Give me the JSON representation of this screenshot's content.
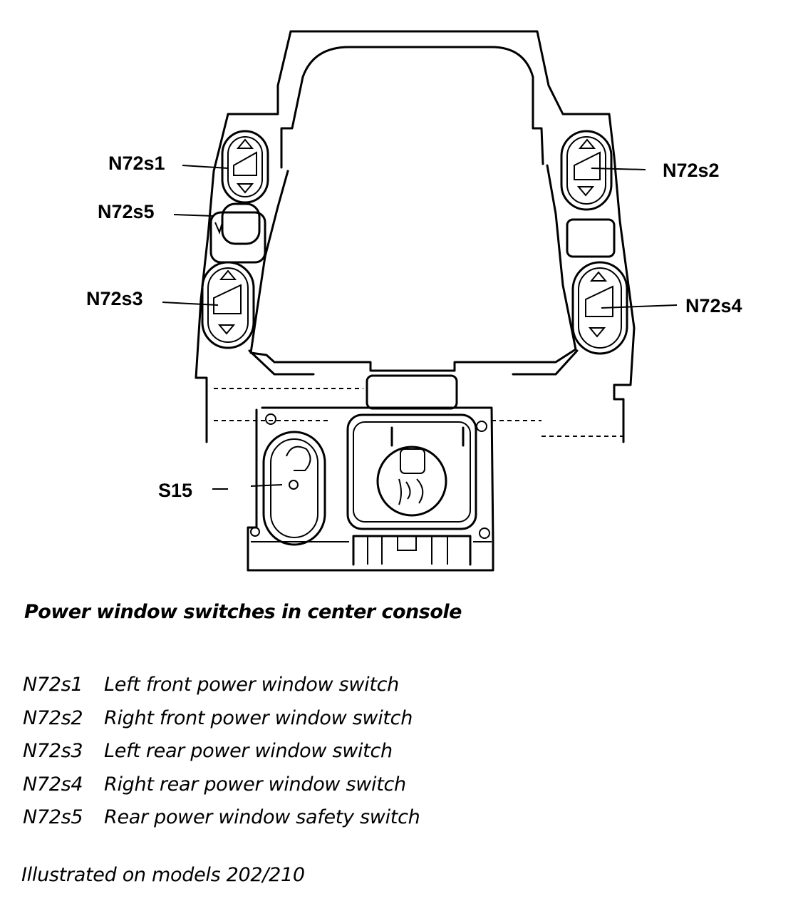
{
  "callouts": {
    "n72s1": "N72s1",
    "n72s2": "N72s2",
    "n72s3": "N72s3",
    "n72s4": "N72s4",
    "n72s5": "N72s5",
    "s15": "S15"
  },
  "caption": "Power window switches in center console",
  "legend": [
    {
      "code": "N72s1",
      "description": "Left front power window switch"
    },
    {
      "code": "N72s2",
      "description": "Right front power window switch"
    },
    {
      "code": "N72s3",
      "description": "Left rear power window switch"
    },
    {
      "code": "N72s4",
      "description": "Right rear power window switch"
    },
    {
      "code": "N72s5",
      "description": "Rear power window safety switch"
    }
  ],
  "footer_note": "Illustrated on models 202/210"
}
